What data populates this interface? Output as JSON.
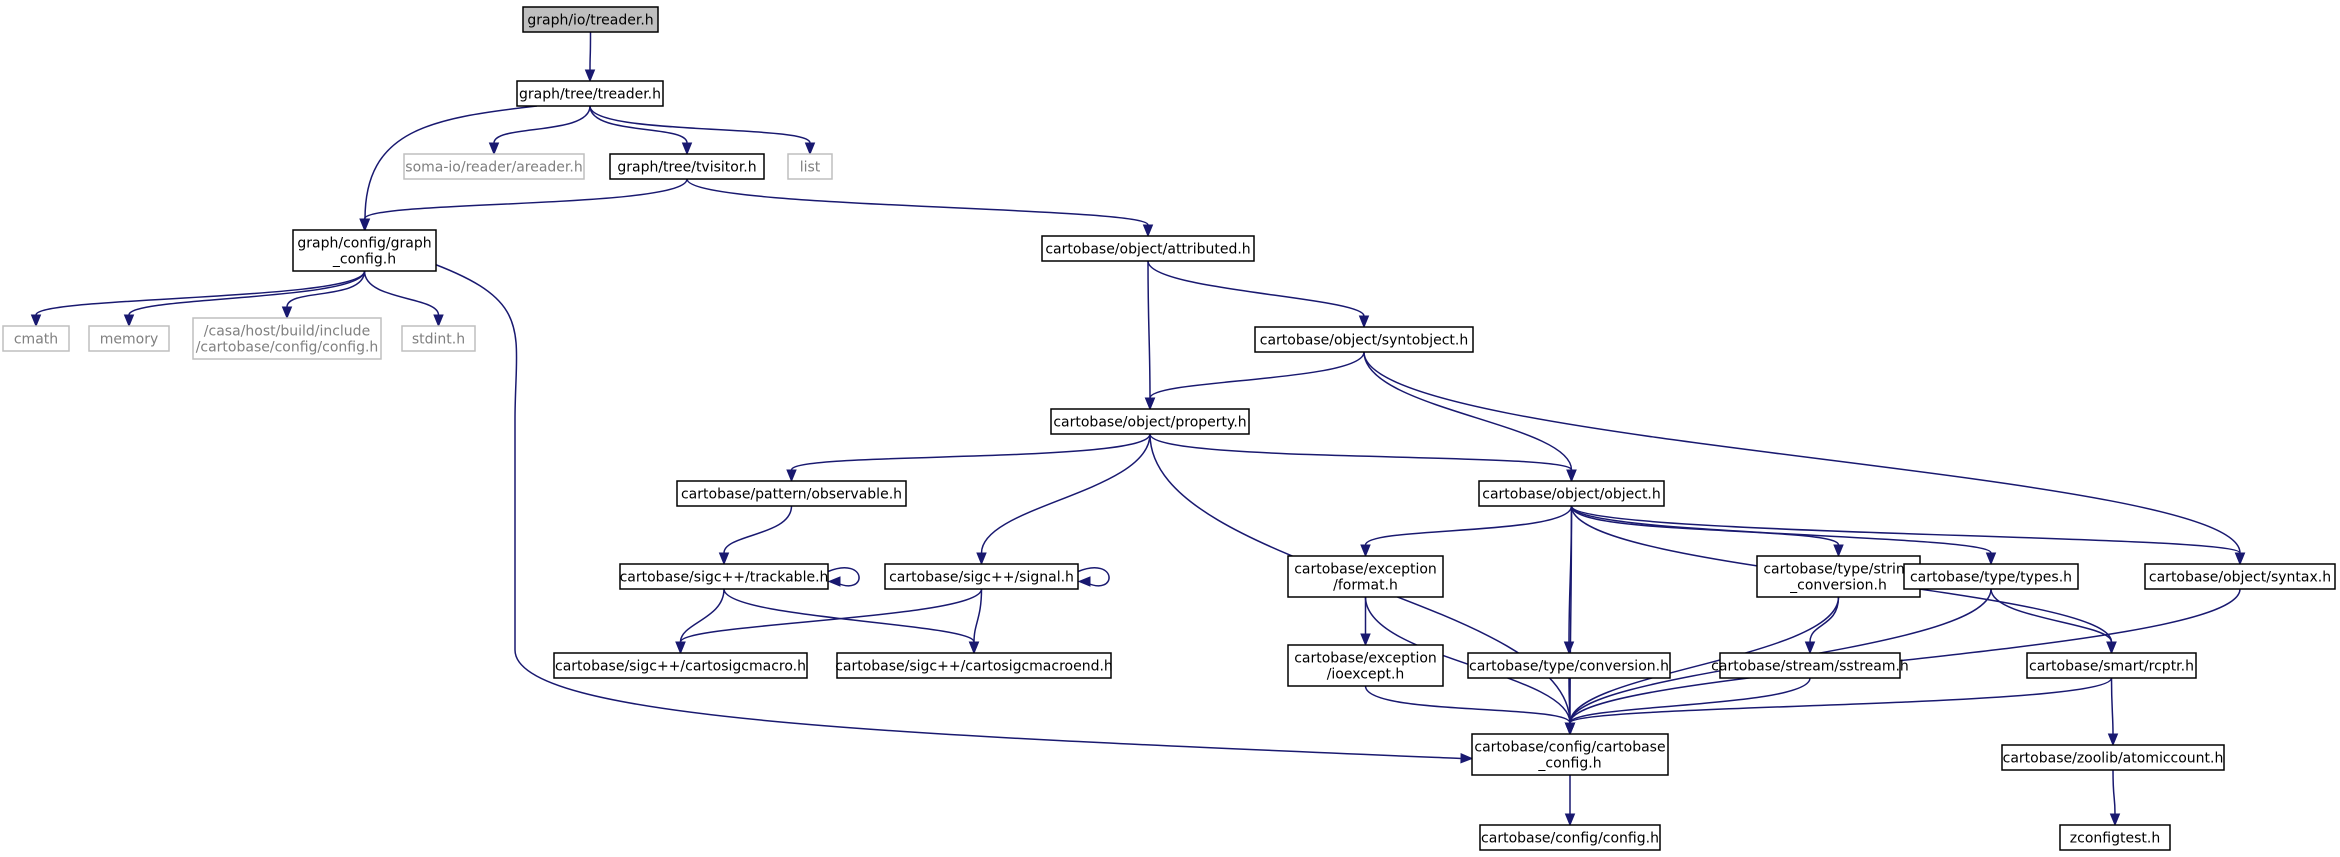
{
  "diagram": {
    "nodes": [
      {
        "id": "n_root",
        "lines": [
          "graph/io/treader.h"
        ],
        "style": "root"
      },
      {
        "id": "n_tree_treader",
        "lines": [
          "graph/tree/treader.h"
        ],
        "style": "normal"
      },
      {
        "id": "n_graph_config",
        "lines": [
          "graph/config/graph",
          "_config.h"
        ],
        "style": "normal"
      },
      {
        "id": "n_soma_areader",
        "lines": [
          "soma-io/reader/areader.h"
        ],
        "style": "external"
      },
      {
        "id": "n_tvisitor",
        "lines": [
          "graph/tree/tvisitor.h"
        ],
        "style": "normal"
      },
      {
        "id": "n_list",
        "lines": [
          "list"
        ],
        "style": "external"
      },
      {
        "id": "n_cmath",
        "lines": [
          "cmath"
        ],
        "style": "external"
      },
      {
        "id": "n_memory",
        "lines": [
          "memory"
        ],
        "style": "external"
      },
      {
        "id": "n_casa_config",
        "lines": [
          "/casa/host/build/include",
          "/cartobase/config/config.h"
        ],
        "style": "external"
      },
      {
        "id": "n_stdint",
        "lines": [
          "stdint.h"
        ],
        "style": "external"
      },
      {
        "id": "n_attributed",
        "lines": [
          "cartobase/object/attributed.h"
        ],
        "style": "normal"
      },
      {
        "id": "n_syntobject",
        "lines": [
          "cartobase/object/syntobject.h"
        ],
        "style": "normal"
      },
      {
        "id": "n_property",
        "lines": [
          "cartobase/object/property.h"
        ],
        "style": "normal"
      },
      {
        "id": "n_observable",
        "lines": [
          "cartobase/pattern/observable.h"
        ],
        "style": "normal"
      },
      {
        "id": "n_object",
        "lines": [
          "cartobase/object/object.h"
        ],
        "style": "normal"
      },
      {
        "id": "n_trackable",
        "lines": [
          "cartobase/sigc++/trackable.h"
        ],
        "style": "normal"
      },
      {
        "id": "n_signal",
        "lines": [
          "cartobase/sigc++/signal.h"
        ],
        "style": "normal"
      },
      {
        "id": "n_exc_format",
        "lines": [
          "cartobase/exception",
          "/format.h"
        ],
        "style": "normal"
      },
      {
        "id": "n_string_conv",
        "lines": [
          "cartobase/type/string",
          "_conversion.h"
        ],
        "style": "normal"
      },
      {
        "id": "n_types",
        "lines": [
          "cartobase/type/types.h"
        ],
        "style": "normal"
      },
      {
        "id": "n_syntax",
        "lines": [
          "cartobase/object/syntax.h"
        ],
        "style": "normal"
      },
      {
        "id": "n_sigcmacro",
        "lines": [
          "cartobase/sigc++/cartosigcmacro.h"
        ],
        "style": "normal"
      },
      {
        "id": "n_sigcmacroend",
        "lines": [
          "cartobase/sigc++/cartosigcmacroend.h"
        ],
        "style": "normal"
      },
      {
        "id": "n_ioexcept",
        "lines": [
          "cartobase/exception",
          "/ioexcept.h"
        ],
        "style": "normal"
      },
      {
        "id": "n_conversion",
        "lines": [
          "cartobase/type/conversion.h"
        ],
        "style": "normal"
      },
      {
        "id": "n_sstream",
        "lines": [
          "cartobase/stream/sstream.h"
        ],
        "style": "normal"
      },
      {
        "id": "n_rcptr",
        "lines": [
          "cartobase/smart/rcptr.h"
        ],
        "style": "normal"
      },
      {
        "id": "n_cb_config",
        "lines": [
          "cartobase/config/cartobase",
          "_config.h"
        ],
        "style": "normal"
      },
      {
        "id": "n_atomiccount",
        "lines": [
          "cartobase/zoolib/atomiccount.h"
        ],
        "style": "normal"
      },
      {
        "id": "n_config_h",
        "lines": [
          "cartobase/config/config.h"
        ],
        "style": "normal"
      },
      {
        "id": "n_zconfigtest",
        "lines": [
          "zconfigtest.h"
        ],
        "style": "normal"
      }
    ],
    "edges": [
      [
        "n_root",
        "n_tree_treader"
      ],
      [
        "n_tree_treader",
        "n_graph_config"
      ],
      [
        "n_tree_treader",
        "n_soma_areader"
      ],
      [
        "n_tree_treader",
        "n_tvisitor"
      ],
      [
        "n_tree_treader",
        "n_list"
      ],
      [
        "n_tvisitor",
        "n_graph_config"
      ],
      [
        "n_tvisitor",
        "n_attributed"
      ],
      [
        "n_graph_config",
        "n_cmath"
      ],
      [
        "n_graph_config",
        "n_memory"
      ],
      [
        "n_graph_config",
        "n_casa_config"
      ],
      [
        "n_graph_config",
        "n_stdint"
      ],
      [
        "n_graph_config",
        "n_cb_config"
      ],
      [
        "n_attributed",
        "n_property"
      ],
      [
        "n_attributed",
        "n_syntobject"
      ],
      [
        "n_syntobject",
        "n_property"
      ],
      [
        "n_syntobject",
        "n_object"
      ],
      [
        "n_syntobject",
        "n_syntax"
      ],
      [
        "n_property",
        "n_observable"
      ],
      [
        "n_property",
        "n_signal"
      ],
      [
        "n_property",
        "n_object"
      ],
      [
        "n_property",
        "n_cb_config"
      ],
      [
        "n_observable",
        "n_trackable"
      ],
      [
        "n_trackable",
        "n_trackable"
      ],
      [
        "n_trackable",
        "n_sigcmacro"
      ],
      [
        "n_trackable",
        "n_sigcmacroend"
      ],
      [
        "n_signal",
        "n_signal"
      ],
      [
        "n_signal",
        "n_sigcmacro"
      ],
      [
        "n_signal",
        "n_sigcmacroend"
      ],
      [
        "n_object",
        "n_cb_config"
      ],
      [
        "n_object",
        "n_exc_format"
      ],
      [
        "n_object",
        "n_conversion"
      ],
      [
        "n_object",
        "n_string_conv"
      ],
      [
        "n_object",
        "n_types"
      ],
      [
        "n_object",
        "n_syntax"
      ],
      [
        "n_object",
        "n_rcptr"
      ],
      [
        "n_exc_format",
        "n_ioexcept"
      ],
      [
        "n_exc_format",
        "n_cb_config"
      ],
      [
        "n_ioexcept",
        "n_cb_config"
      ],
      [
        "n_conversion",
        "n_cb_config"
      ],
      [
        "n_string_conv",
        "n_sstream"
      ],
      [
        "n_string_conv",
        "n_cb_config"
      ],
      [
        "n_sstream",
        "n_cb_config"
      ],
      [
        "n_types",
        "n_cb_config"
      ],
      [
        "n_types",
        "n_rcptr"
      ],
      [
        "n_syntax",
        "n_cb_config"
      ],
      [
        "n_rcptr",
        "n_cb_config"
      ],
      [
        "n_rcptr",
        "n_atomiccount"
      ],
      [
        "n_cb_config",
        "n_config_h"
      ],
      [
        "n_atomiccount",
        "n_zconfigtest"
      ]
    ]
  }
}
